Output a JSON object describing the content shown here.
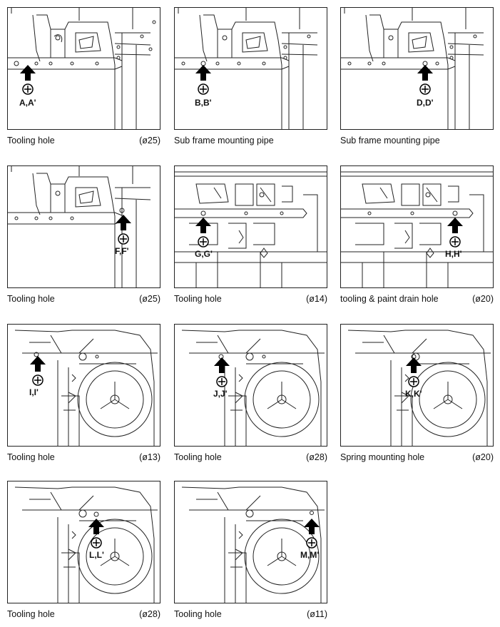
{
  "panels": [
    {
      "label": "A,A'",
      "description": "Tooling hole",
      "diameter": "(ø25)",
      "view": "front-rail"
    },
    {
      "label": "B,B'",
      "description": "Sub frame mounting pipe",
      "diameter": "",
      "view": "front-rail"
    },
    {
      "label": "D,D'",
      "description": "Sub frame mounting pipe",
      "diameter": "",
      "view": "front-rail"
    },
    {
      "label": "F,F'",
      "description": "Tooling hole",
      "diameter": "(ø25)",
      "view": "front-rail-b"
    },
    {
      "label": "G,G'",
      "description": "Tooling hole",
      "diameter": "(ø14)",
      "view": "floor"
    },
    {
      "label": "H,H'",
      "description": "tooling & paint drain hole",
      "diameter": "(ø20)",
      "view": "floor"
    },
    {
      "label": "I,I'",
      "description": "Tooling hole",
      "diameter": "(ø13)",
      "view": "rear-wheelhouse"
    },
    {
      "label": "J,J'",
      "description": "Tooling hole",
      "diameter": "(ø28)",
      "view": "rear-wheelhouse"
    },
    {
      "label": "K,K'",
      "description": "Spring mounting hole",
      "diameter": "(ø20)",
      "view": "rear-wheelhouse"
    },
    {
      "label": "L,L'",
      "description": "Tooling hole",
      "diameter": "(ø28)",
      "view": "rear-wheelhouse"
    },
    {
      "label": "M,M'",
      "description": "Tooling hole",
      "diameter": "(ø11)",
      "view": "rear-wheelhouse"
    }
  ]
}
